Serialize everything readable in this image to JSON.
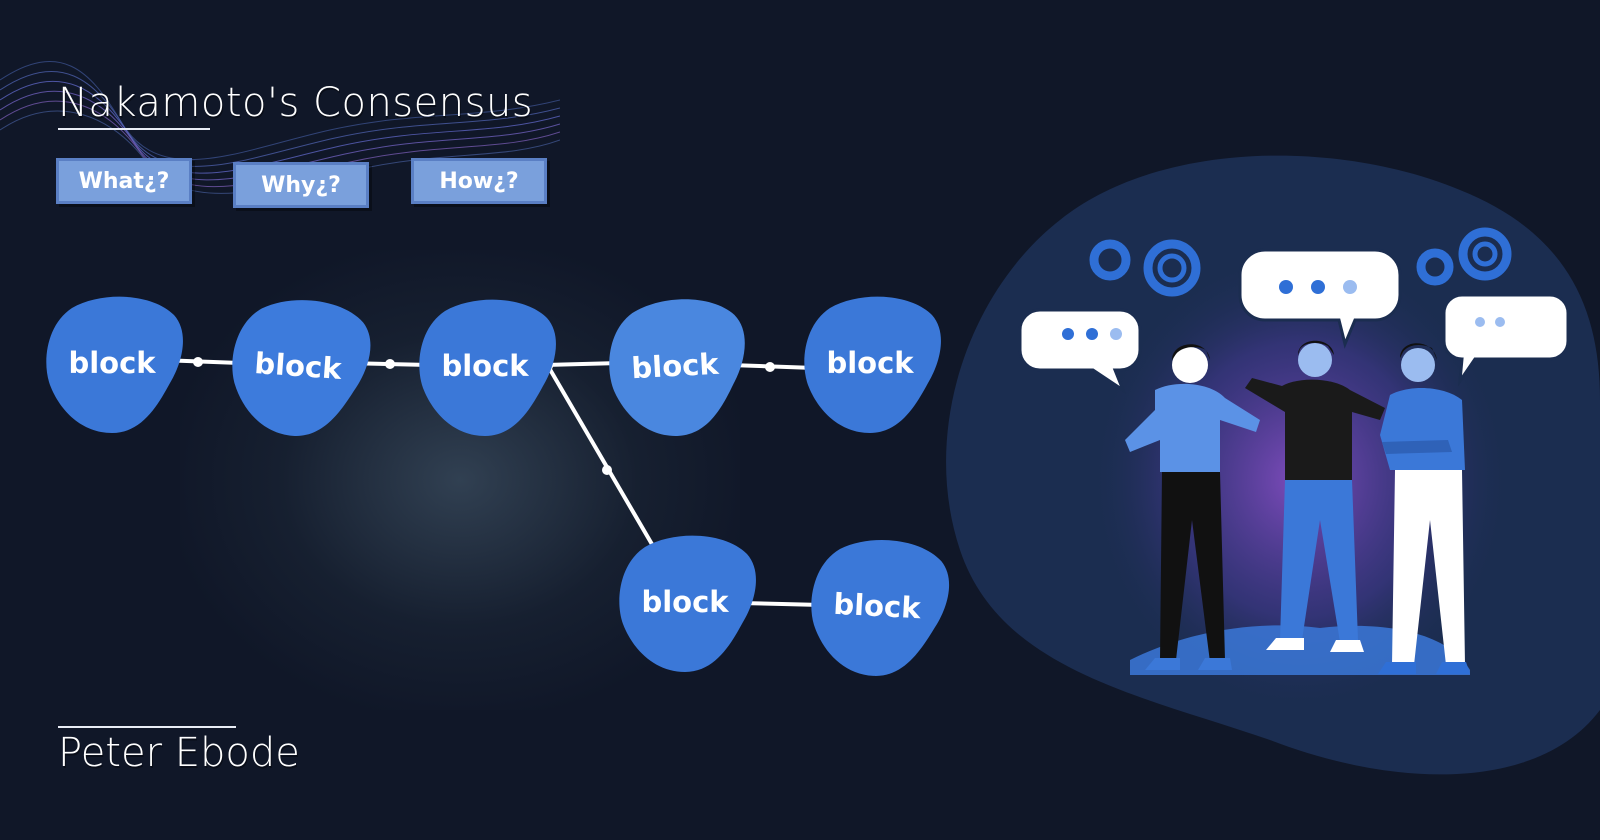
{
  "header": {
    "title": "Nakamoto's Consensus",
    "buttons": [
      {
        "label": "What¿?"
      },
      {
        "label": "Why¿?"
      },
      {
        "label": "How¿?"
      }
    ]
  },
  "diagram": {
    "block_label": "block",
    "main_chain": [
      "block",
      "block",
      "block",
      "block",
      "block"
    ],
    "fork_chain": [
      "block",
      "block"
    ]
  },
  "footer": {
    "author": "Peter Ebode"
  },
  "colors": {
    "background": "#101728",
    "block_fill": "#3b78d8",
    "button_fill": "#7aa0dc",
    "connector": "#ffffff",
    "accent_blob": "#1b2d50"
  },
  "icons": [
    "gear-icon",
    "speech-bubble-icon"
  ]
}
